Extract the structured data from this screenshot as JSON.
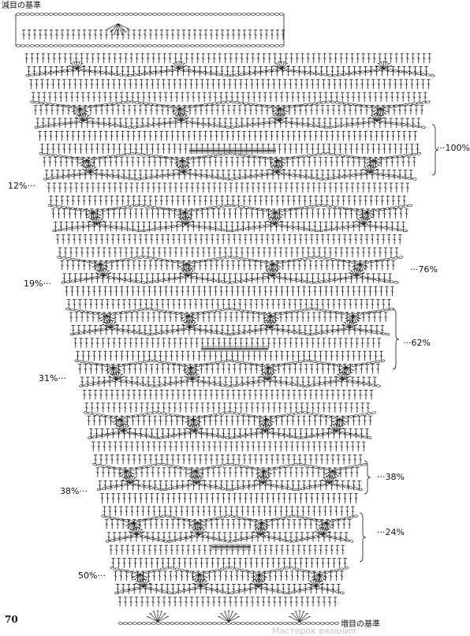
{
  "diagram": {
    "top_label": "減目の基準",
    "bottom_label": "増目の基準",
    "page_number": "70",
    "watermark": "Мастерок вязания",
    "left_markers": [
      "12%···",
      "19%···",
      "31%···",
      "38%···",
      "50%···"
    ],
    "right_markers": [
      "···100%",
      "···76%",
      "···62%",
      "···38%",
      "···24%"
    ],
    "colors": {
      "ink": "#1a1a1a",
      "highlight": "#9a9a9a",
      "paper": "#ffffff"
    }
  }
}
